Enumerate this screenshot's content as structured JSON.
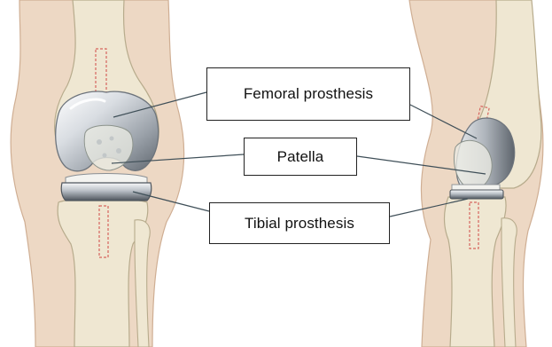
{
  "labels": {
    "femoral": "Femoral prosthesis",
    "patella": "Patella",
    "tibial": "Tibial prosthesis"
  },
  "colors": {
    "skin": "#edd8c4",
    "skin_outline": "#cfae93",
    "bone": "#efe7d2",
    "bone_outline": "#b7ab8c",
    "implant_metal": "#c7ccd3",
    "implant_highlight": "#f4f6f8",
    "implant_dark": "#6d747c",
    "patella_ghost": "#e8e9e1",
    "leader_line": "#3f4f58",
    "stem_dash": "#d6655e"
  }
}
